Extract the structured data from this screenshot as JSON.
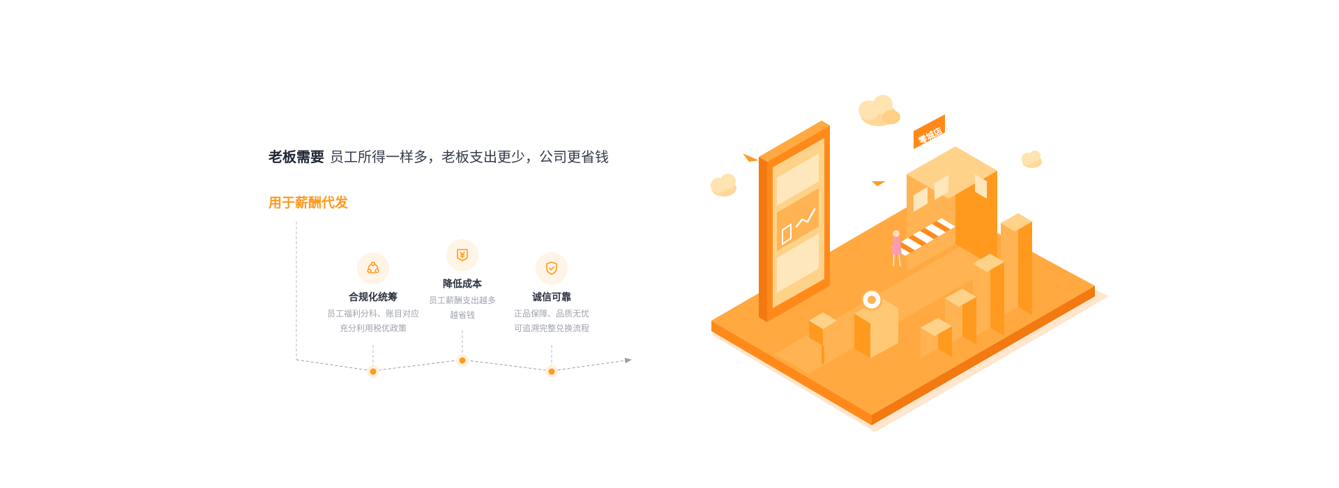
{
  "headline": {
    "strong": "老板需要",
    "text": "员工所得一样多，老板支出更少，公司更省钱"
  },
  "subtitle": "用于薪酬代发",
  "features": [
    {
      "icon": "share-icon",
      "title": "合规化统筹",
      "desc_line1": "员工福利分科、账目对应",
      "desc_line2": "充分利用税优政策"
    },
    {
      "icon": "yen-icon",
      "title": "降低成本",
      "desc_line1": "员工薪酬支出越多",
      "desc_line2": "越省钱"
    },
    {
      "icon": "shield-check-icon",
      "title": "诚信可靠",
      "desc_line1": "正品保障、品质无忧",
      "desc_line2": "可追溯完整兑换流程"
    }
  ],
  "illustration": {
    "shop_sign": "零城店"
  },
  "colors": {
    "accent": "#ff9a1f",
    "accent_light": "#ffc05c",
    "accent_dark": "#f07c10",
    "text_dark": "#1f2533",
    "text_muted": "#9ea3ad"
  }
}
